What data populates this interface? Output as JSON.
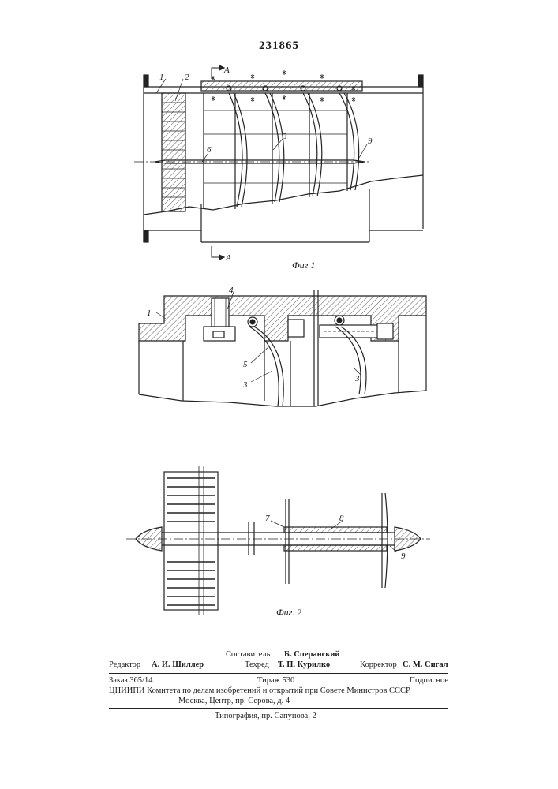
{
  "document": {
    "patent_number": "231865",
    "figure_captions": {
      "fig1": "Фиг 1",
      "fig2": "Фиг. 2"
    },
    "section_marks": {
      "top": "A",
      "bottom": "A"
    },
    "labels": {
      "fig1": [
        "1",
        "2",
        "6",
        "3",
        "9"
      ],
      "detail": [
        "1",
        "4",
        "5",
        "3",
        "3"
      ],
      "fig2": [
        "7",
        "8",
        "9"
      ]
    }
  },
  "credits": {
    "composer_label": "Составитель",
    "composer": "Б. Сперанский",
    "editor_label": "Редактор",
    "editor": "А. И. Шиллер",
    "tech_label": "Техред",
    "tech": "Т. П. Курилко",
    "corrector_label": "Корректор",
    "corrector": "С. М. Сигал",
    "order": "Заказ 365/14",
    "circulation": "Тираж 530",
    "subscription": "Подписное",
    "institute": "ЦНИИПИ Комитета по делам изобретений и открытий при Совете Министров СССР",
    "address": "Москва, Центр, пр. Серова, д. 4",
    "printing": "Типография, пр. Сапунова, 2"
  }
}
